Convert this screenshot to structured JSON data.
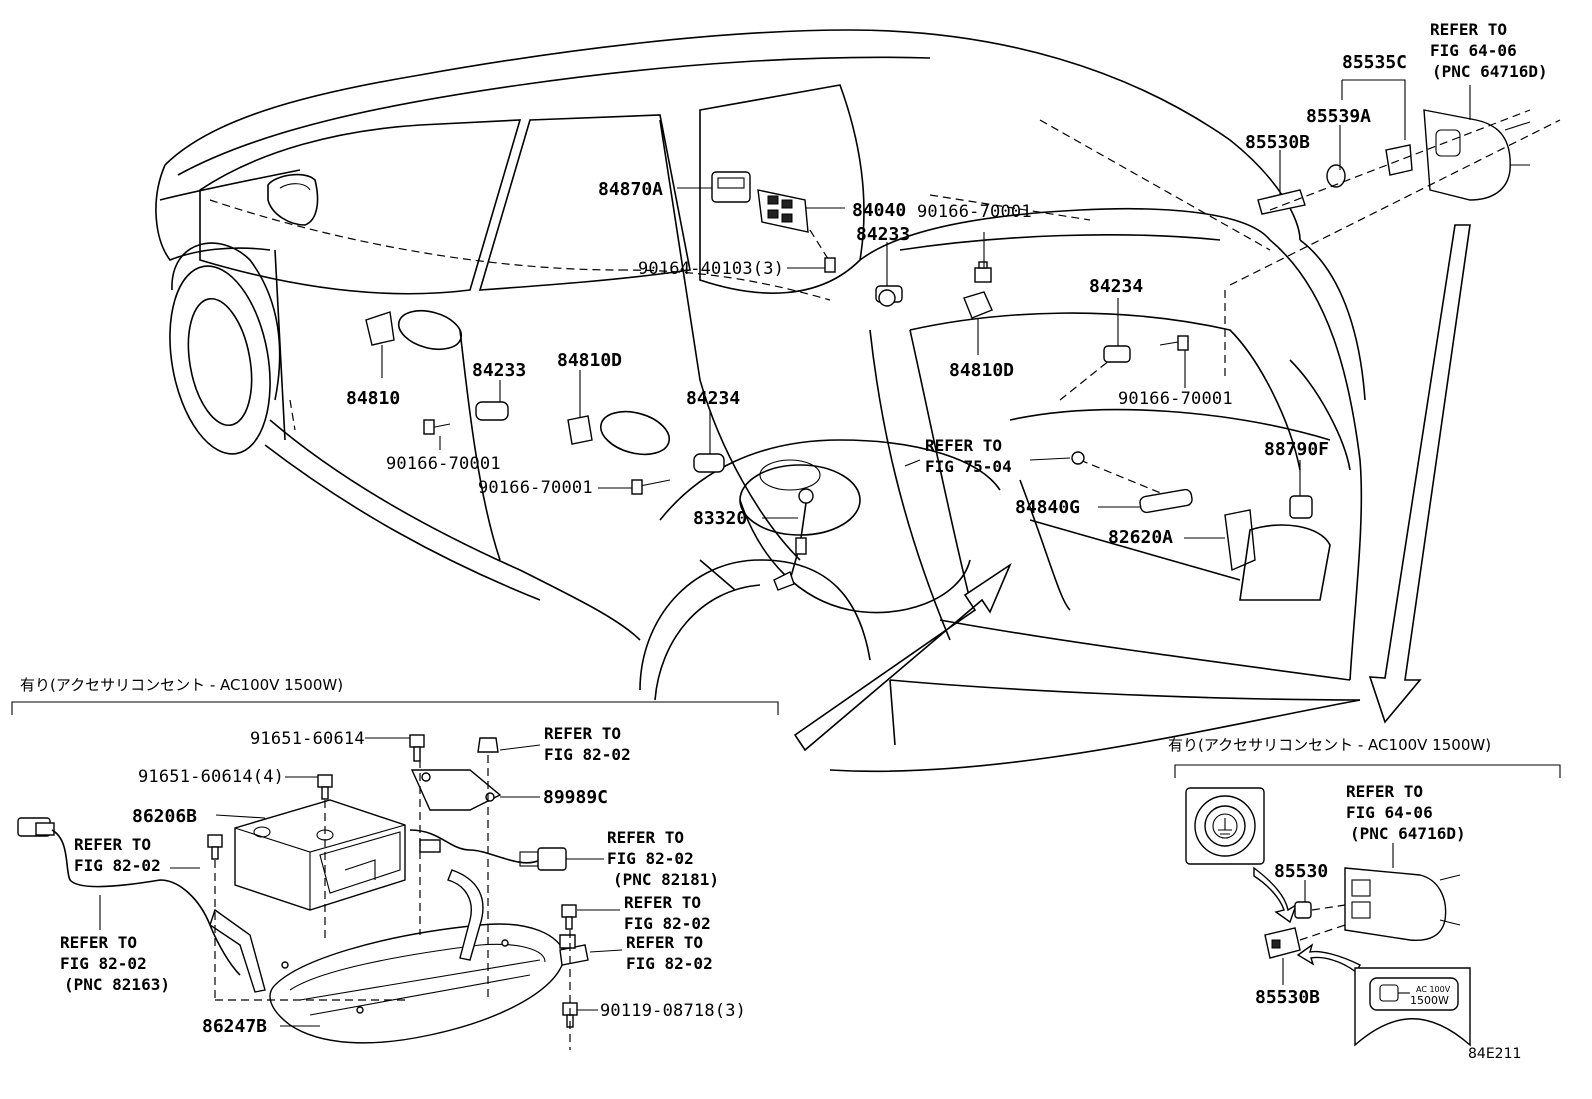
{
  "diagram_code": "84E211",
  "labels": {
    "p84870A": "84870A",
    "p84040": "84040",
    "p90166_70001_top": "90166-70001",
    "p84233_top": "84233",
    "p90164": "90164-40103(3)",
    "p84234_right": "84234",
    "p84810D_right": "84810D",
    "p90166_70001_right": "90166-70001",
    "p84233_left": "84233",
    "p84810": "84810",
    "p84810D_mid": "84810D",
    "p84234_mid": "84234",
    "p90166_70001_left": "90166-70001",
    "p90166_70001_mid": "90166-70001",
    "p83320": "83320",
    "p84840G": "84840G",
    "p88790F": "88790F",
    "p82620A": "82620A",
    "p85535C": "85535C",
    "p85539A": "85539A",
    "p85530B_top": "85530B",
    "p91651_a": "91651-60614",
    "p91651_b": "91651-60614(4)",
    "p86206B": "86206B",
    "p89989C": "89989C",
    "p86247B": "86247B",
    "p90119": "90119-08718(3)",
    "p85530": "85530",
    "p85530B_bottom": "85530B"
  },
  "refs": {
    "ref_64_06_top": [
      "REFER TO",
      "FIG 64-06",
      "(PNC 64716D)"
    ],
    "ref_75_04": [
      "REFER TO",
      "FIG 75-04"
    ],
    "ref_82_02_a": [
      "REFER TO",
      "FIG 82-02"
    ],
    "ref_82_02_b": [
      "REFER TO",
      "FIG 82-02",
      "(PNC 82181)"
    ],
    "ref_82_02_c": [
      "REFER TO",
      "FIG 82-02"
    ],
    "ref_82_02_d": [
      "REFER TO",
      "FIG 82-02"
    ],
    "ref_82_02_e": [
      "REFER TO",
      "FIG 82-02"
    ],
    "ref_82_02_f": [
      "REFER TO",
      "FIG 82-02",
      "(PNC 82163)"
    ],
    "ref_64_06_bottom": [
      "REFER TO",
      "FIG 64-06",
      "(PNC 64716D)"
    ]
  },
  "notes": {
    "left_section": "有り(アクセサリコンセント - AC100V 1500W)",
    "right_section": "有り(アクセサリコンセント - AC100V 1500W)"
  },
  "outlet_label": {
    "line1": "AC 100V",
    "line2": "1500W"
  }
}
